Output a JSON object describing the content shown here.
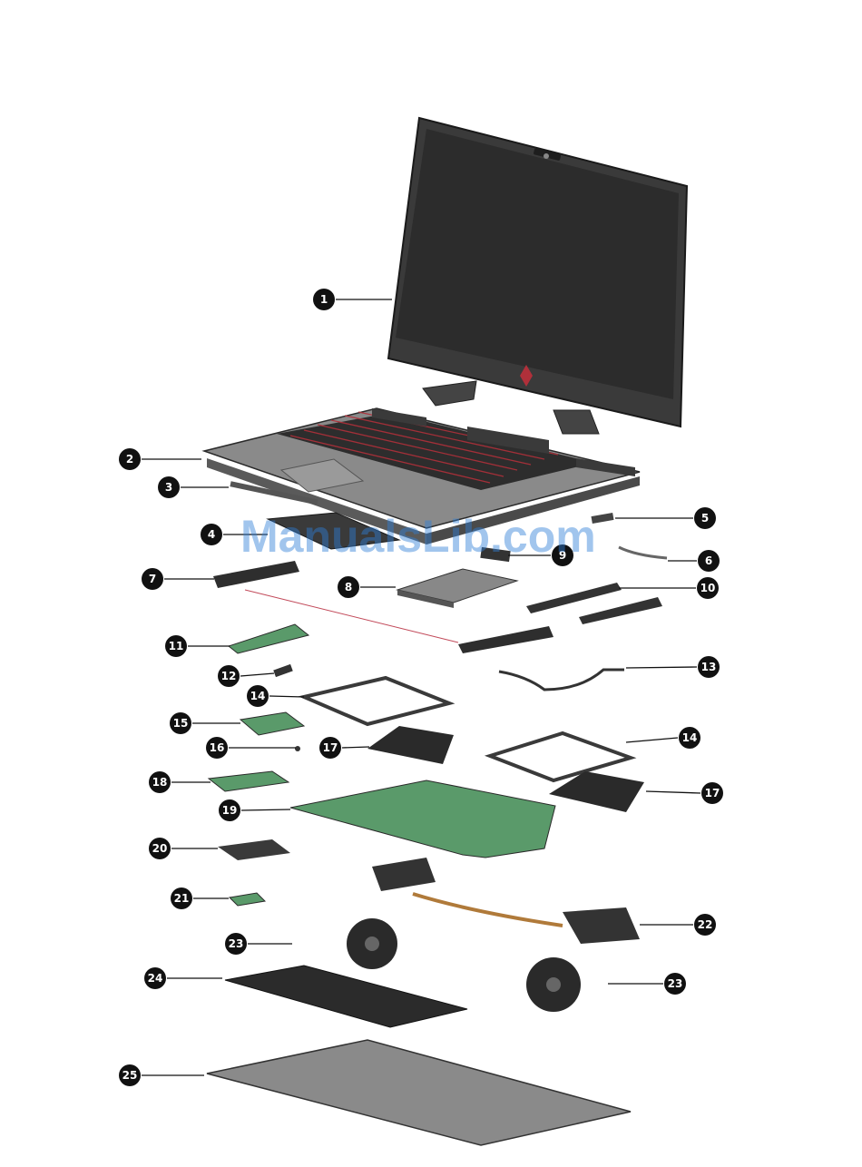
{
  "watermark": "ManualsLib.com",
  "colors": {
    "callout_fill": "#111111",
    "callout_text": "#ffffff",
    "leader_line": "#111111",
    "part_dark": "#2a2a2a",
    "part_gray": "#6b6b6b",
    "keyboard_backlight": "#b0303a",
    "board_green": "#5a9a6a",
    "watermark": "#2f7fd8"
  },
  "callouts": [
    {
      "label": "1"
    },
    {
      "label": "2"
    },
    {
      "label": "3"
    },
    {
      "label": "4"
    },
    {
      "label": "5"
    },
    {
      "label": "6"
    },
    {
      "label": "7"
    },
    {
      "label": "8"
    },
    {
      "label": "9"
    },
    {
      "label": "10"
    },
    {
      "label": "11"
    },
    {
      "label": "12"
    },
    {
      "label": "13"
    },
    {
      "label": "14"
    },
    {
      "label": "14"
    },
    {
      "label": "15"
    },
    {
      "label": "16"
    },
    {
      "label": "17"
    },
    {
      "label": "17"
    },
    {
      "label": "18"
    },
    {
      "label": "19"
    },
    {
      "label": "20"
    },
    {
      "label": "21"
    },
    {
      "label": "22"
    },
    {
      "label": "23"
    },
    {
      "label": "23"
    },
    {
      "label": "24"
    },
    {
      "label": "25"
    }
  ]
}
